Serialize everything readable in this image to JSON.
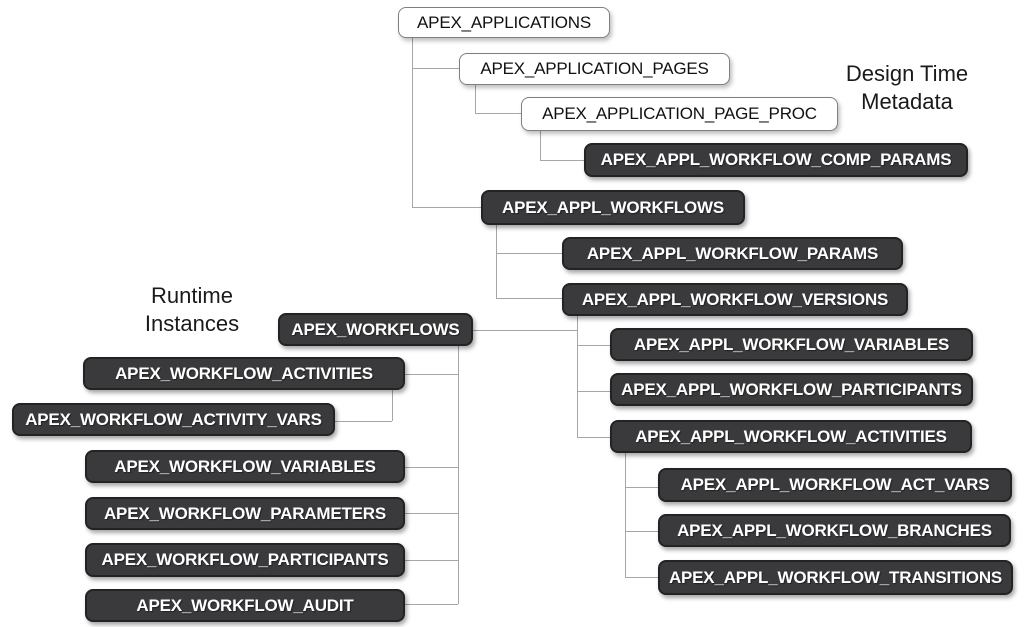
{
  "diagram": {
    "group_labels": {
      "design_time": {
        "line1": "Design Time",
        "line2": "Metadata"
      },
      "runtime": {
        "line1": "Runtime",
        "line2": "Instances"
      }
    },
    "nodes": {
      "apex_applications": {
        "label": "APEX_APPLICATIONS",
        "variant": "light"
      },
      "apex_application_pages": {
        "label": "APEX_APPLICATION_PAGES",
        "variant": "light"
      },
      "apex_application_page_proc": {
        "label": "APEX_APPLICATION_PAGE_PROC",
        "variant": "light"
      },
      "apex_appl_workflow_comp_params": {
        "label": "APEX_APPL_WORKFLOW_COMP_PARAMS",
        "variant": "dark"
      },
      "apex_appl_workflows": {
        "label": "APEX_APPL_WORKFLOWS",
        "variant": "dark"
      },
      "apex_appl_workflow_params": {
        "label": "APEX_APPL_WORKFLOW_PARAMS",
        "variant": "dark"
      },
      "apex_appl_workflow_versions": {
        "label": "APEX_APPL_WORKFLOW_VERSIONS",
        "variant": "dark"
      },
      "apex_appl_workflow_variables": {
        "label": "APEX_APPL_WORKFLOW_VARIABLES",
        "variant": "dark"
      },
      "apex_appl_workflow_participants": {
        "label": "APEX_APPL_WORKFLOW_PARTICIPANTS",
        "variant": "dark"
      },
      "apex_appl_workflow_activities": {
        "label": "APEX_APPL_WORKFLOW_ACTIVITIES",
        "variant": "dark"
      },
      "apex_appl_workflow_act_vars": {
        "label": "APEX_APPL_WORKFLOW_ACT_VARS",
        "variant": "dark"
      },
      "apex_appl_workflow_branches": {
        "label": "APEX_APPL_WORKFLOW_BRANCHES",
        "variant": "dark"
      },
      "apex_appl_workflow_transitions": {
        "label": "APEX_APPL_WORKFLOW_TRANSITIONS",
        "variant": "dark"
      },
      "apex_workflows": {
        "label": "APEX_WORKFLOWS",
        "variant": "dark"
      },
      "apex_workflow_activities": {
        "label": "APEX_WORKFLOW_ACTIVITIES",
        "variant": "dark"
      },
      "apex_workflow_activity_vars": {
        "label": "APEX_WORKFLOW_ACTIVITY_VARS",
        "variant": "dark"
      },
      "apex_workflow_variables": {
        "label": "APEX_WORKFLOW_VARIABLES",
        "variant": "dark"
      },
      "apex_workflow_parameters": {
        "label": "APEX_WORKFLOW_PARAMETERS",
        "variant": "dark"
      },
      "apex_workflow_participants": {
        "label": "APEX_WORKFLOW_PARTICIPANTS",
        "variant": "dark"
      },
      "apex_workflow_audit": {
        "label": "APEX_WORKFLOW_AUDIT",
        "variant": "dark"
      }
    },
    "colors": {
      "dark_node_bg": "#3a3a3c",
      "dark_node_text": "#ffffff",
      "light_node_bg": "#ffffff",
      "light_node_border": "#7f7f7f",
      "connector": "#a6a6a6",
      "label_text": "#1a1a1a",
      "background": "#ffffff"
    }
  }
}
